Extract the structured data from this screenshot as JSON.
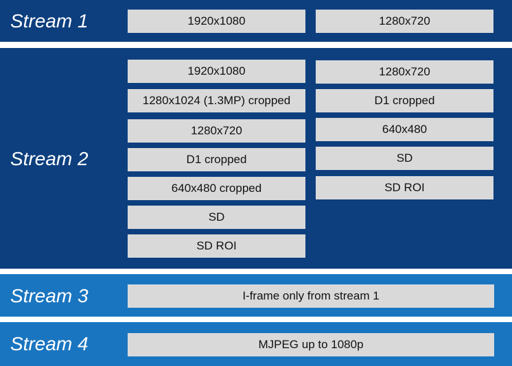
{
  "streams": [
    {
      "label": "Stream 1",
      "left_column": [
        "1920x1080"
      ],
      "right_column": [
        "1280x720"
      ]
    },
    {
      "label": "Stream 2",
      "left_column": [
        "1920x1080",
        "1280x1024 (1.3MP) cropped",
        "1280x720",
        "D1 cropped",
        "640x480 cropped",
        "SD",
        "SD ROI"
      ],
      "right_column": [
        "1280x720",
        "D1 cropped",
        "640x480",
        "SD",
        "SD ROI"
      ]
    },
    {
      "label": "Stream 3",
      "full_width": "I-frame only from stream 1"
    },
    {
      "label": "Stream 4",
      "full_width": "MJPEG up to 1080p"
    }
  ],
  "colors": {
    "dark_band": "#0d3f7e",
    "light_band": "#1a75c0",
    "box_fill": "#d9d9da",
    "label_text": "#ffffff"
  }
}
